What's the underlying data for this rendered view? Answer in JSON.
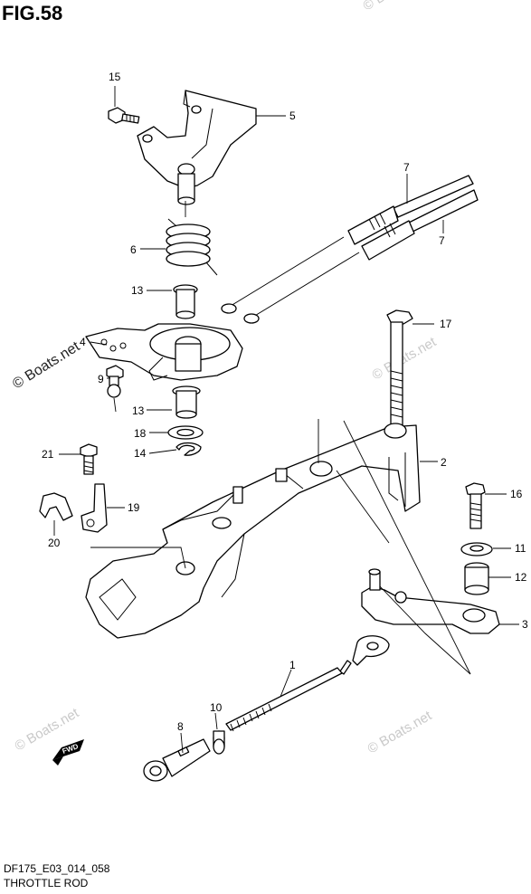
{
  "figure": {
    "title": "FIG.58",
    "code": "DF175_E03_014_058",
    "name": "THROTTLE ROD"
  },
  "watermark": {
    "text": "© Boats.net"
  },
  "fwd_label": "FWD",
  "part_numbers": {
    "p1": "1",
    "p2": "2",
    "p3": "3",
    "p4": "4",
    "p5": "5",
    "p6": "6",
    "p7a": "7",
    "p7b": "7",
    "p8": "8",
    "p9": "9",
    "p10": "10",
    "p11": "11",
    "p12": "12",
    "p13a": "13",
    "p13b": "13",
    "p14": "14",
    "p15": "15",
    "p16": "16",
    "p17": "17",
    "p18": "18",
    "p19": "19",
    "p20": "20",
    "p21": "21"
  }
}
